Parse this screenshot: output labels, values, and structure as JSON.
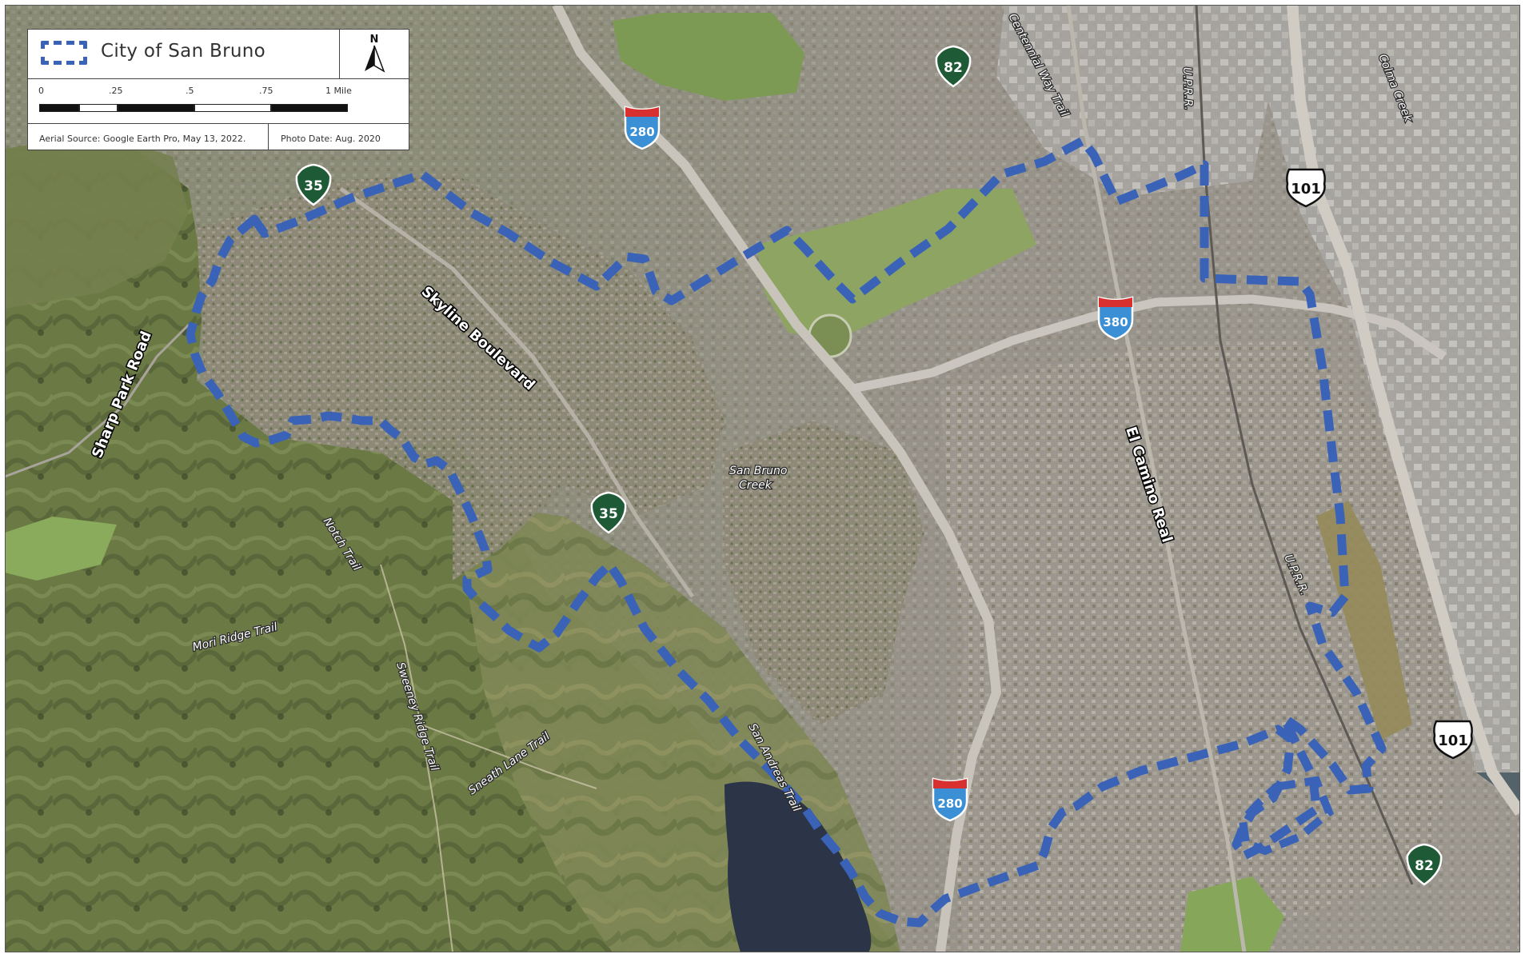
{
  "legend": {
    "boundary_label": "City of San Bruno",
    "north_label": "N",
    "scale_ticks": [
      "0",
      ".25",
      ".5",
      ".75",
      "1 Mile"
    ],
    "aerial_source": "Aerial Source: Google Earth Pro, May 13, 2022.",
    "photo_date": "Photo Date: Aug. 2020"
  },
  "route_shields": {
    "interstate": [
      "280",
      "280",
      "380"
    ],
    "us": [
      "101",
      "101"
    ],
    "state": [
      "35",
      "35",
      "82",
      "82"
    ]
  },
  "labels": {
    "skyline_boulevard": "Skyline Boulevard",
    "sharp_park_road": "Sharp Park Road",
    "notch_trail": "Notch Trail",
    "mori_ridge_trail": "Mori Ridge Trail",
    "sweeney_ridge_trail": "Sweeney Ridge Trail",
    "sneath_lane_trail": "Sneath Lane Trail",
    "san_andreas_trail": "San Andreas Trail",
    "san_bruno_creek_1": "San Bruno",
    "san_bruno_creek_2": "Creek",
    "el_camino_real": "El Camino Real",
    "centennial_way_trail": "Centennial Way Trail",
    "uprr_north": "U.P.R.R.",
    "uprr_south": "U.P.R.R.",
    "colma_creek": "Colma Creek"
  },
  "colors": {
    "boundary": "#3a63b8",
    "interstate_blue": "#3b8fd4",
    "interstate_red": "#d8302f",
    "state_green": "#1f5a36",
    "us_shield": "#ffffff"
  }
}
